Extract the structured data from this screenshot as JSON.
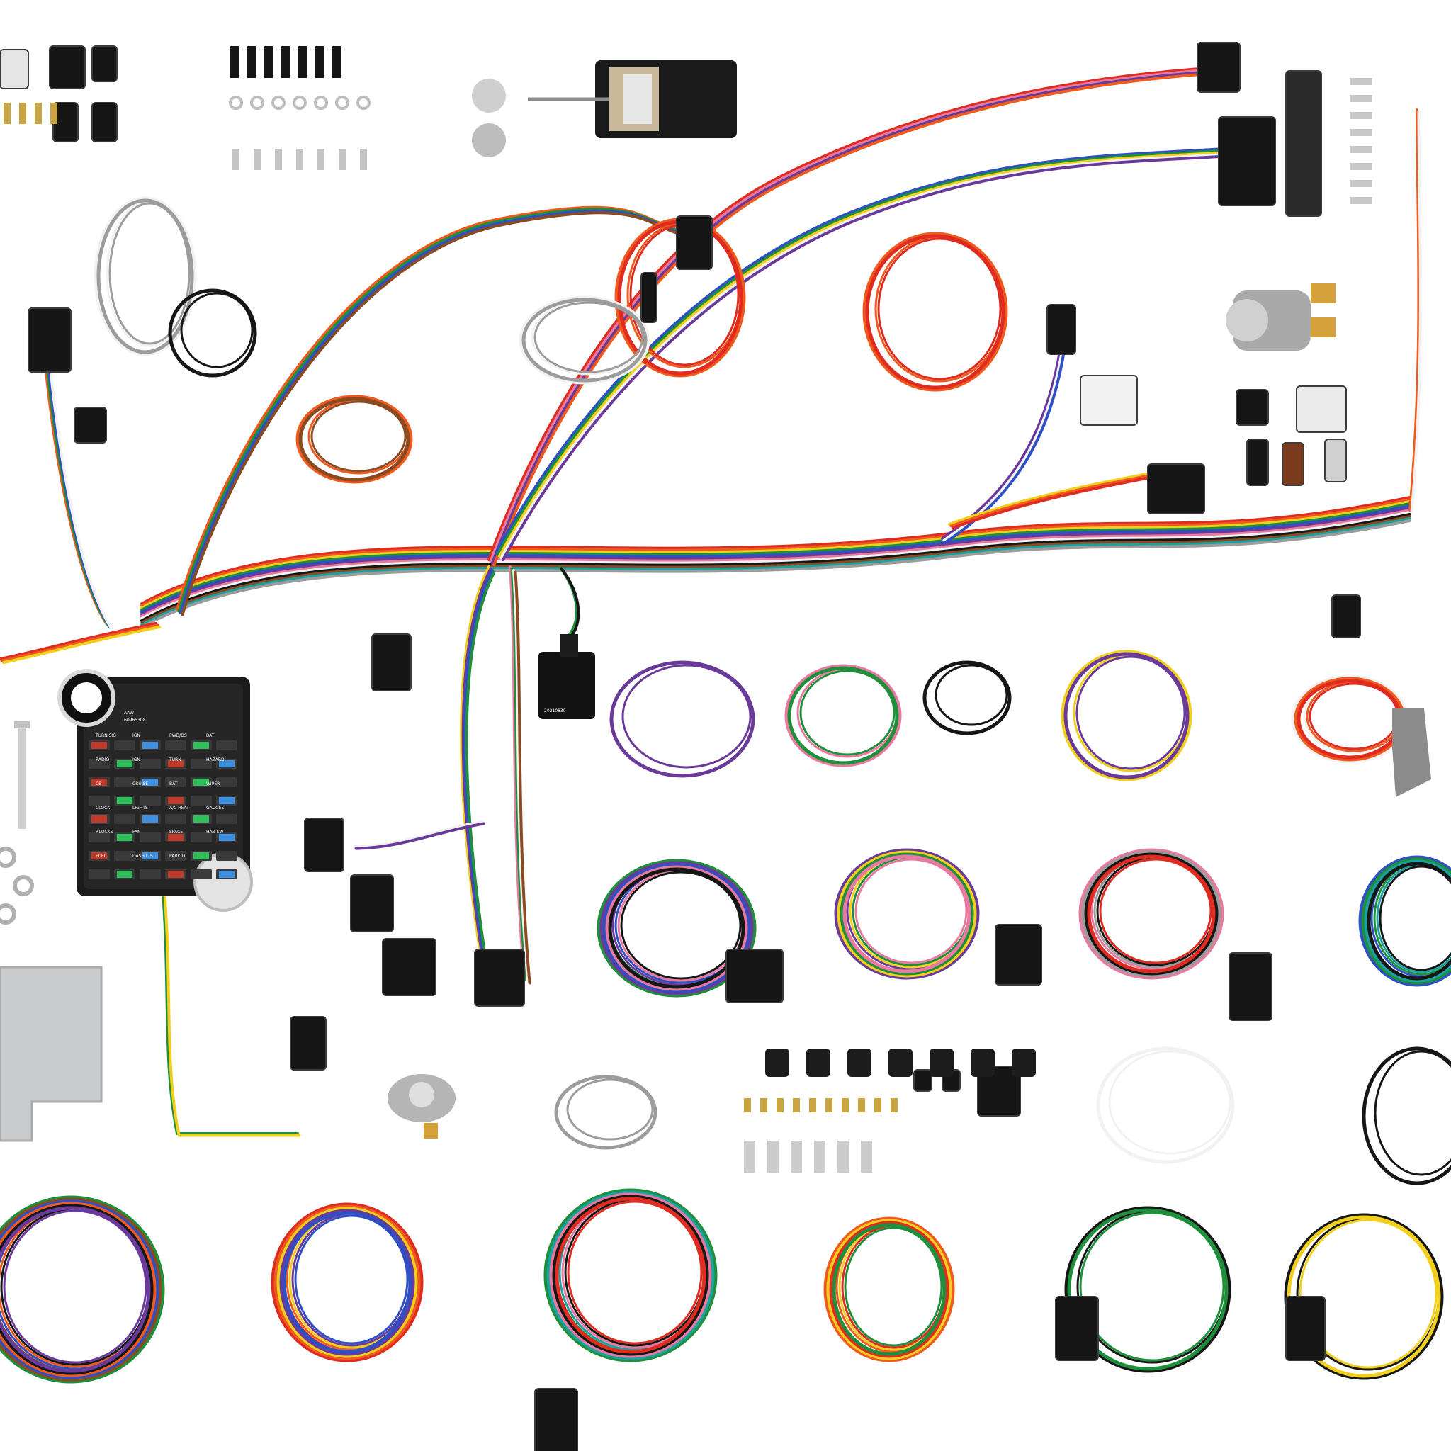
{
  "fuse_block": {
    "part_number": "60965308",
    "brand": "AAW",
    "labels": [
      "TURN SIG",
      "IGN",
      "PWD/DS",
      "BAT",
      "RADIO",
      "IGN",
      "TURN",
      "HAZARD",
      "CB",
      "CRUISE",
      "BAT",
      "WIPER",
      "CLOCK",
      "LIGHTS",
      "A/C HEAT",
      "GAUGES",
      "P.LOCKS",
      "FAN",
      "SPACE",
      "HAZ SW",
      "FUEL",
      "DASH LTS",
      "PARK LT"
    ]
  },
  "relay": {
    "part_number": "20210830"
  },
  "colors": {
    "red": "#e02b20",
    "orange": "#ef5a1e",
    "yellow": "#f1cf1c",
    "green": "#1f8f3c",
    "blue": "#2f4fc4",
    "purple": "#6a3a9a",
    "pink": "#e87aa0",
    "white": "#f2f2f2",
    "black": "#161616",
    "brown": "#8a4b22",
    "gray": "#9c9c9c",
    "teal": "#1aa2a0",
    "fuse_green": "#2fbf5b",
    "fuse_blue": "#3d8fe0",
    "fuse_red": "#c0392b"
  }
}
